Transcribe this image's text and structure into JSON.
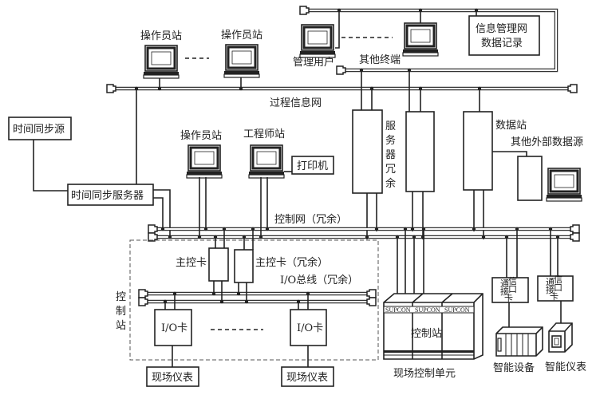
{
  "diagram": {
    "type": "DCS network architecture",
    "networks": {
      "info_mgmt_net": "信息管理网",
      "process_info_net": "过程信息网",
      "control_net": "控制网（冗余）",
      "io_bus": "I/O总线（冗余）"
    },
    "top": {
      "mgmt_user": "管理用户",
      "other_terminal": "其他终端",
      "info_record_line1": "信息管理网",
      "info_record_line2": "数据记录"
    },
    "process": {
      "operator_station_1": "操作员站",
      "operator_station_2": "操作员站",
      "server_redundant": [
        "服",
        "务",
        "器",
        "冗",
        "余"
      ],
      "data_station": "数据站",
      "external_data_source": "其他外部数据源"
    },
    "time": {
      "source": "时间同步源",
      "server": "时间同步服务器"
    },
    "control": {
      "operator_station": "操作员站",
      "engineer_station": "工程师站",
      "printer": "打印机"
    },
    "control_station": {
      "label_chars": [
        "控",
        "制",
        "站"
      ],
      "main_card": "主控卡",
      "main_card_redundant": "主控卡（冗余）",
      "io_card_1": "I/O卡",
      "io_card_2": "I/O卡",
      "field_instrument_1": "现场仪表",
      "field_instrument_2": "现场仪表"
    },
    "field_unit": {
      "brand": [
        "SUPCON",
        "SUPCON",
        "SUPCON"
      ],
      "station": "控制站",
      "caption": "现场控制单元"
    },
    "smart": {
      "comm_card_chars_left": [
        "通",
        "接"
      ],
      "comm_card_chars_right": [
        "信",
        "口"
      ],
      "comm_card_bottom": "卡",
      "smart_device": "智能设备",
      "smart_instrument": "智能仪表"
    }
  }
}
